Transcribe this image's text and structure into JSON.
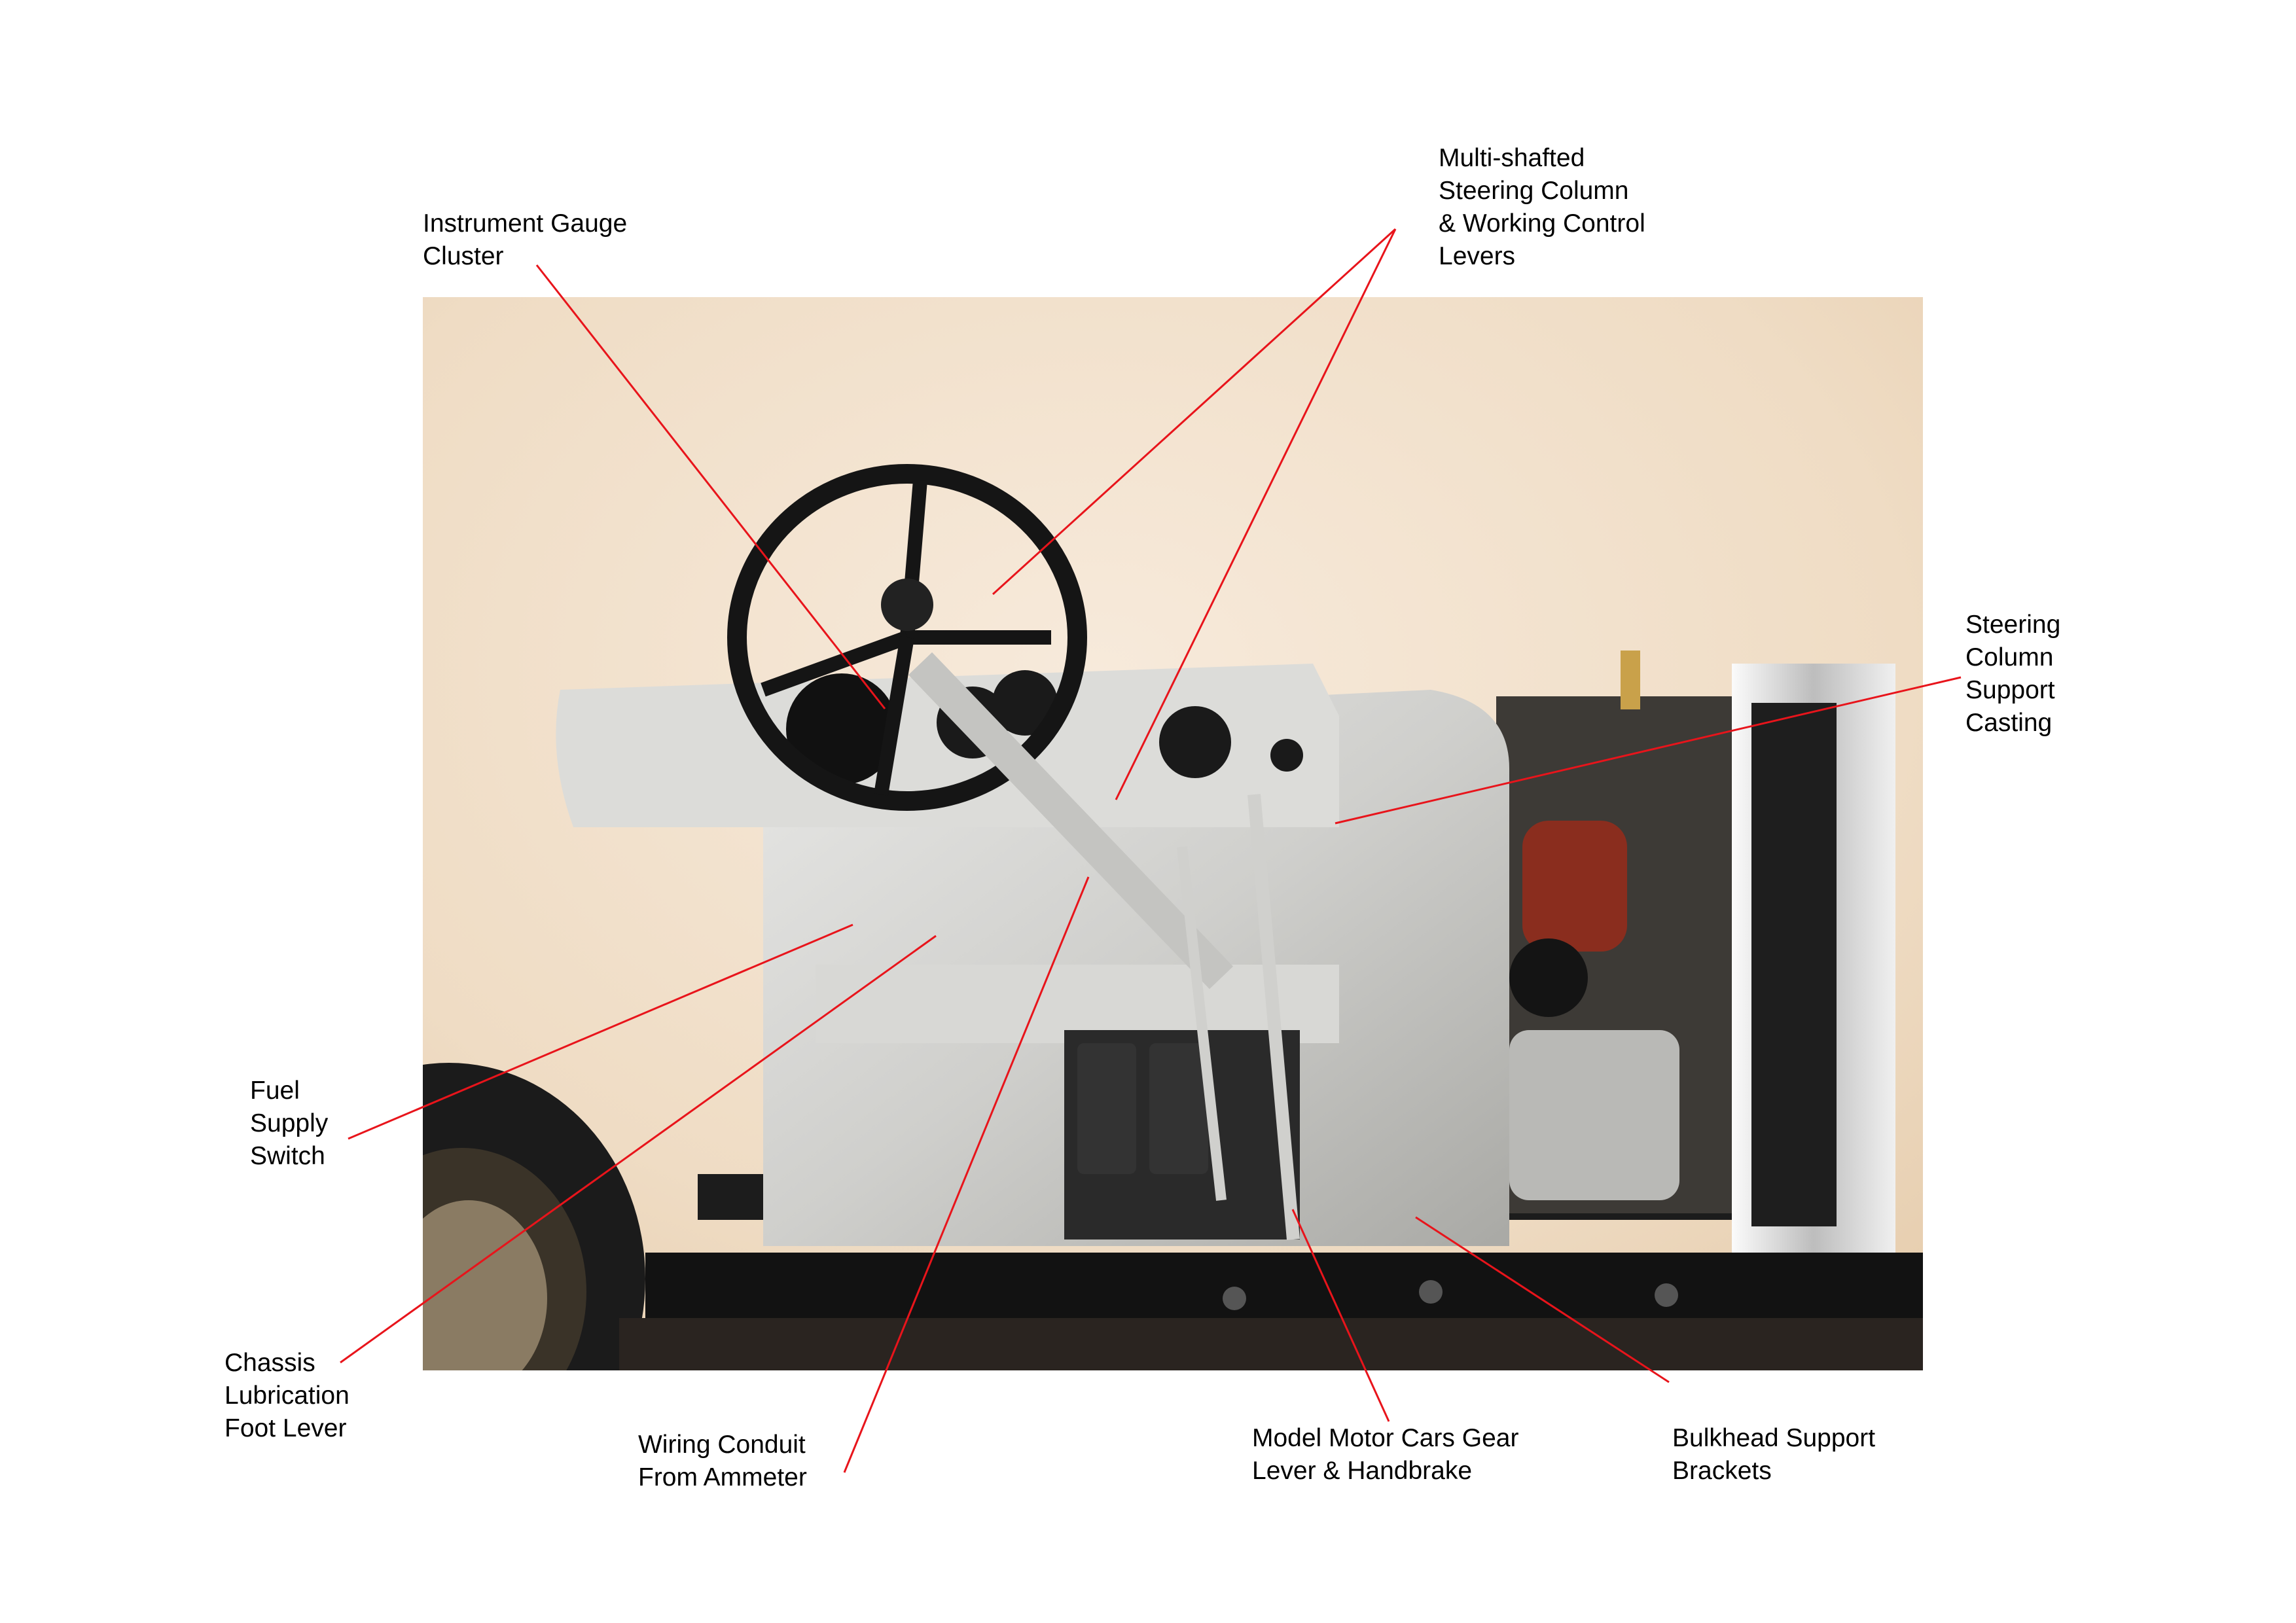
{
  "callouts": {
    "instrument_gauge_cluster": "Instrument Gauge\nCluster",
    "multi_shafted_steering_column": "Multi-shafted\nSteering Column\n& Working Control\nLevers",
    "steering_column_support_casting": "Steering\nColumn\nSupport\nCasting",
    "fuel_supply_switch": "Fuel\nSupply\nSwitch",
    "chassis_lubrication_foot_lever": "Chassis\nLubrication\nFoot Lever",
    "wiring_conduit_from_ammeter": "Wiring Conduit\nFrom Ammeter",
    "gear_lever_handbrake": "Model Motor Cars Gear\nLever & Handbrake",
    "bulkhead_support_brackets": "Bulkhead Support\nBrackets"
  },
  "colors": {
    "leader_line": "#e8141b",
    "background": "#ffffff",
    "photo_backdrop": "#f2e3cf"
  }
}
